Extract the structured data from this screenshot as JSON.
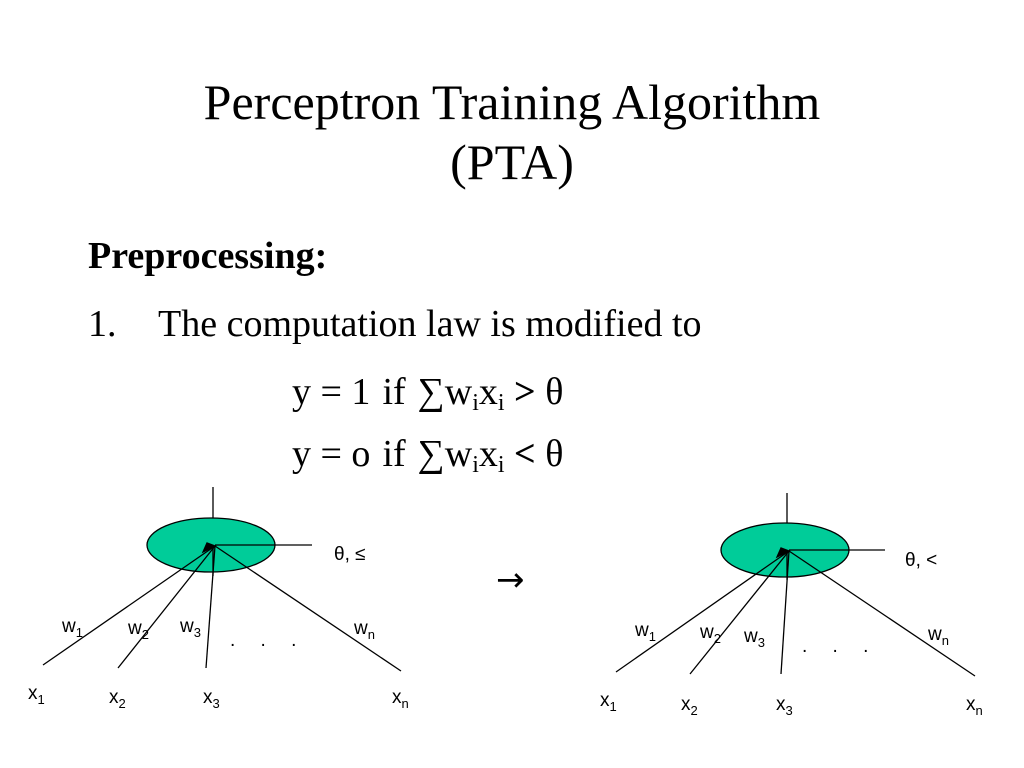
{
  "slide": {
    "title_line1": "Perceptron Training Algorithm",
    "title_line2": "(PTA)",
    "heading": "Preprocessing:",
    "item_number": "1.",
    "item_text": "The computation law is modified to",
    "eq1": {
      "lhs": "y = 1",
      "cond": "if",
      "sum": "∑w",
      "i1": "i",
      "x": "x",
      "i2": "i",
      "op": ">",
      "theta": "θ"
    },
    "eq2": {
      "lhs": "y = o",
      "cond": "if",
      "sum": "∑w",
      "i1": "i",
      "x": "x",
      "i2": "i",
      "op": "<",
      "theta": "θ"
    },
    "arrow": "→"
  },
  "diagram_left": {
    "threshold_label": "θ, ≤",
    "weights": [
      {
        "base": "w",
        "sub": "1"
      },
      {
        "base": "w",
        "sub": "2"
      },
      {
        "base": "w",
        "sub": "3"
      },
      {
        "base": "w",
        "sub": "n"
      }
    ],
    "inputs": [
      {
        "base": "x",
        "sub": "1"
      },
      {
        "base": "x",
        "sub": "2"
      },
      {
        "base": "x",
        "sub": "3"
      },
      {
        "base": "x",
        "sub": "n"
      }
    ],
    "dots": ". . ."
  },
  "diagram_right": {
    "threshold_label": "θ, <",
    "weights": [
      {
        "base": "w",
        "sub": "1"
      },
      {
        "base": "w",
        "sub": "2"
      },
      {
        "base": "w",
        "sub": "3"
      },
      {
        "base": "w",
        "sub": "n"
      }
    ],
    "inputs": [
      {
        "base": "x",
        "sub": "1"
      },
      {
        "base": "x",
        "sub": "2"
      },
      {
        "base": "x",
        "sub": "3"
      },
      {
        "base": "x",
        "sub": "n"
      }
    ],
    "dots": ". . ."
  },
  "colors": {
    "neuron_fill": "#00cc99",
    "stroke": "#000000"
  }
}
